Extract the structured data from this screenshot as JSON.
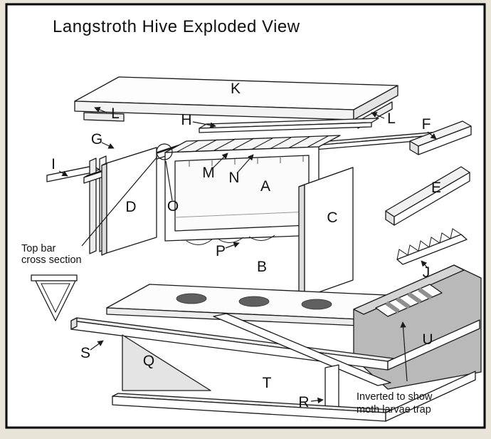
{
  "title": "Langstroth Hive Exploded View",
  "labels": {
    "K": "K",
    "L_left": "L",
    "L_right": "L",
    "H": "H",
    "G": "G",
    "I": "I",
    "F": "F",
    "E": "E",
    "M": "M",
    "N": "N",
    "A": "A",
    "D": "D",
    "O": "O",
    "C": "C",
    "P": "P",
    "B": "B",
    "J": "J",
    "U": "U",
    "S": "S",
    "Q": "Q",
    "T": "T",
    "R": "R"
  },
  "annotations": {
    "cross_section_line1": "Top bar",
    "cross_section_line2": "cross section",
    "trap_line1": "Inverted to show",
    "trap_line2": "moth larvae trap"
  },
  "colors": {
    "background": "#e9e4d8",
    "paper": "#ffffff",
    "line": "#1a1a1a",
    "panel_gray": "#b9b9b9",
    "light_gray": "#e3e3e3",
    "hole_gray": "#5f5f5f"
  }
}
